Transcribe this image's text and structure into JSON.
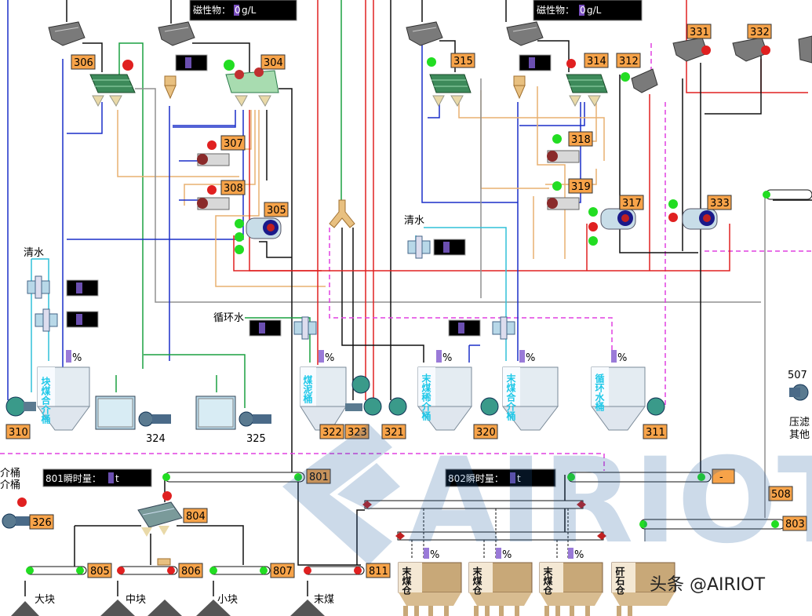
{
  "readouts": {
    "magnetic_left": "磁性物：",
    "magnetic_left_value": "0",
    "magnetic_left_unit": "g/L",
    "magnetic_right": "磁性物：",
    "magnetic_right_value": "0",
    "magnetic_right_unit": "g/L",
    "flow_801": "801瞬时量：",
    "flow_801_unit": "t",
    "flow_802": "802瞬时量：",
    "flow_802_unit": "t"
  },
  "labels": {
    "clean_water_1": "清水",
    "clean_water_2": "清水",
    "circulating_water": "循环水",
    "tank_percent": "%",
    "belt_minus": "-",
    "filter_press": "压滤",
    "other": "其他",
    "medium_tank_1": "介桶",
    "medium_tank_2": "介桶",
    "big_lump": "大块",
    "mid_lump": "中块",
    "small_lump": "小块",
    "fine_coal": "末煤"
  },
  "tanks": [
    {
      "id": "block-coal-medium",
      "text": "块煤合介桶"
    },
    {
      "id": "slime",
      "text": "煤泥桶"
    },
    {
      "id": "fine-coal-dilute",
      "text": "末煤稀介桶"
    },
    {
      "id": "fine-coal-medium",
      "text": "末煤合介桶"
    },
    {
      "id": "circ-water",
      "text": "循环水桶"
    }
  ],
  "silos": [
    {
      "id": "fine-silo-1",
      "text": "末煤仓"
    },
    {
      "id": "fine-silo-2",
      "text": "末煤仓"
    },
    {
      "id": "fine-silo-3",
      "text": "末煤仓"
    },
    {
      "id": "gangue-silo",
      "text": "矸石仓"
    }
  ],
  "equipment_tags": [
    "306",
    "304",
    "307",
    "308",
    "305",
    "310",
    "324",
    "325",
    "322",
    "323",
    "321",
    "315",
    "314",
    "312",
    "318",
    "319",
    "317",
    "320",
    "311",
    "331",
    "332",
    "333",
    "801",
    "804",
    "805",
    "806",
    "807",
    "811",
    "802",
    "803",
    "508",
    "507",
    "326"
  ],
  "watermark": "AIRIOT",
  "credit": "头条 @AIRIOT",
  "colors": {
    "tag_fill": "#f7a349",
    "pipe_red": "#e02020",
    "pipe_blue": "#1a2fc8",
    "pipe_green": "#1aa040",
    "pipe_tan": "#e8b070",
    "pipe_magenta": "#e040e0",
    "pipe_grey": "#909090",
    "pipe_cyan": "#30c0d8",
    "running": "#22dd22",
    "stopped": "#e02020"
  }
}
